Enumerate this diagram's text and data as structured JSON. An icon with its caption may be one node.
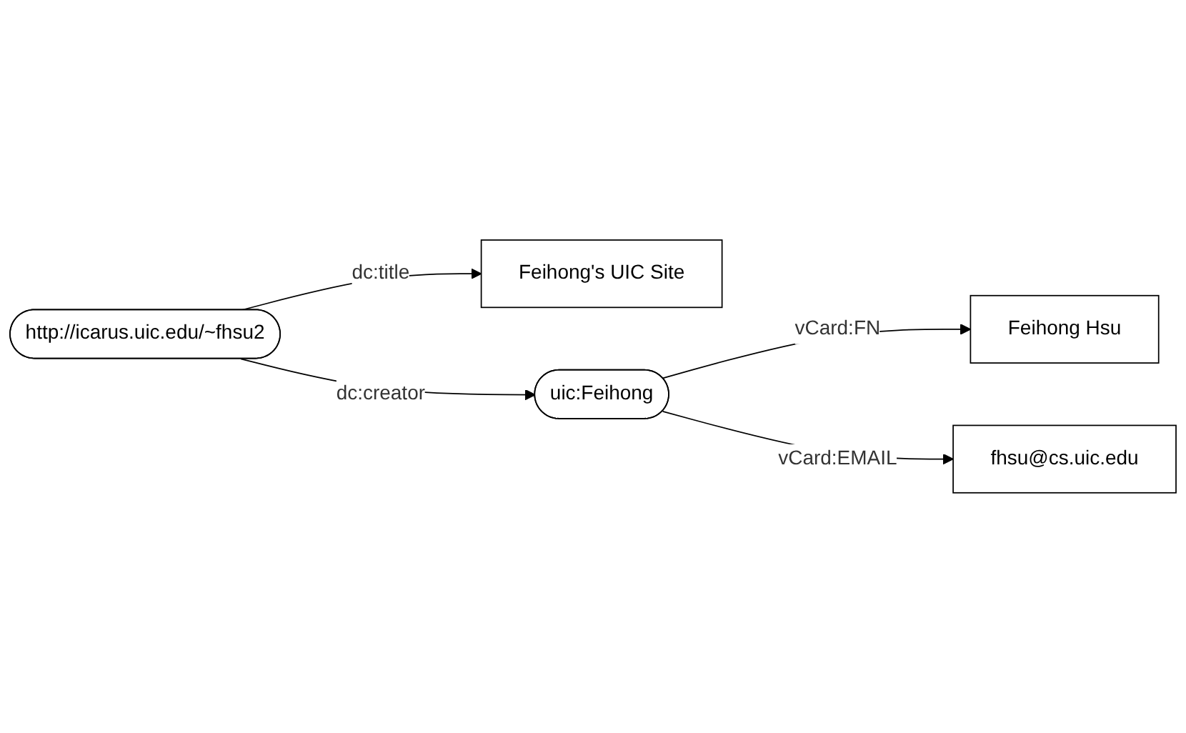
{
  "diagram": {
    "nodes": [
      {
        "text": [
          "http://icarus.uic.edu/~fhsu2"
        ]
      },
      {
        "text": [
          "Feihong's UIC Site"
        ]
      },
      {
        "text": [
          "uic:Feihong"
        ]
      },
      {
        "text": [
          "Feihong Hsu"
        ]
      },
      {
        "text": [
          "fhsu@cs.uic.edu"
        ]
      }
    ],
    "edges": [
      {
        "from": 0,
        "to": 1,
        "label": "dc:title",
        "arrow": "to"
      },
      {
        "from": 0,
        "to": 2,
        "label": "dc:creator",
        "arrow": "to"
      },
      {
        "from": 2,
        "to": 3,
        "label": "vCard:FN",
        "arrow": "to"
      },
      {
        "from": 2,
        "to": 4,
        "label": "vCard:EMAIL",
        "arrow": "to"
      }
    ]
  }
}
